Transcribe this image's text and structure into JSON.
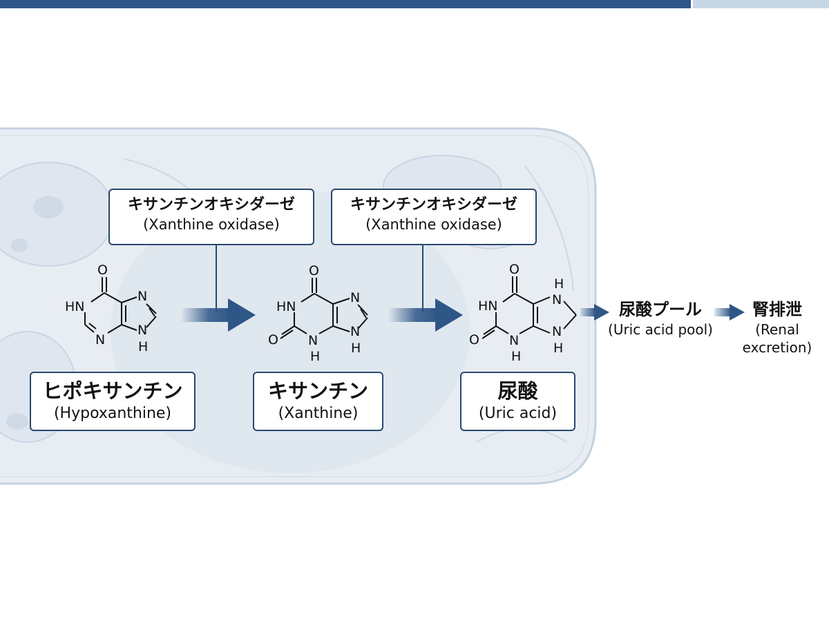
{
  "enzymes": [
    {
      "jp": "キサンチンオキシダーゼ",
      "en": "(Xanthine oxidase)"
    },
    {
      "jp": "キサンチンオキシダーゼ",
      "en": "(Xanthine oxidase)"
    }
  ],
  "compounds": [
    {
      "jp": "ヒポキサンチン",
      "en": "(Hypoxanthine)"
    },
    {
      "jp": "キサンチン",
      "en": "(Xanthine)"
    },
    {
      "jp": "尿酸",
      "en": "(Uric acid)"
    }
  ],
  "outputs": [
    {
      "jp": "尿酸プール",
      "en": "(Uric acid pool)"
    },
    {
      "jp": "腎排泄",
      "en_line1": "(Renal",
      "en_line2": "excretion)"
    }
  ],
  "atoms": {
    "O": "O",
    "N": "N",
    "NH": "NH",
    "HN": "HN",
    "H": "H"
  },
  "colors": {
    "bar_dark": "#2e5687",
    "bar_light": "#c7d6e6",
    "cell_fill": "#e8edf3",
    "cell_border": "#c5d2df",
    "box_border": "#27486e",
    "arrow": "#2e5687"
  }
}
